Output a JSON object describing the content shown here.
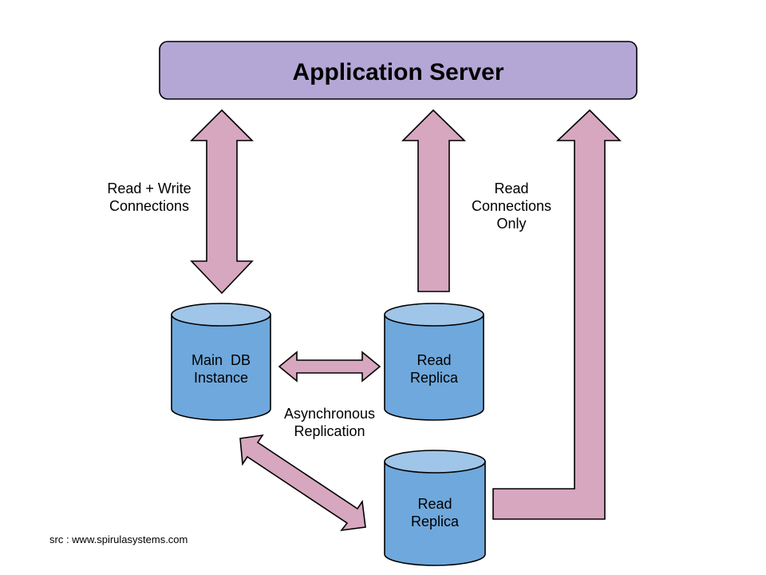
{
  "server": {
    "title": "Application Server"
  },
  "databases": {
    "main": {
      "line1": "Main  DB",
      "line2": "Instance"
    },
    "replica_top": {
      "line1": "Read",
      "line2": "Replica"
    },
    "replica_bottom": {
      "line1": "Read",
      "line2": "Replica"
    }
  },
  "labels": {
    "read_write": {
      "line1": "Read + Write",
      "line2": "Connections"
    },
    "read_only": {
      "line1": "Read",
      "line2": "Connections",
      "line3": "Only"
    },
    "async": {
      "line1": "Asynchronous",
      "line2": "Replication"
    }
  },
  "source": "src : www.spirulasystems.com",
  "colors": {
    "server_fill": "#b4a7d6",
    "arrow_fill": "#d7a7bf",
    "db_body": "#6fa8dc",
    "db_top": "#9fc5e8"
  }
}
